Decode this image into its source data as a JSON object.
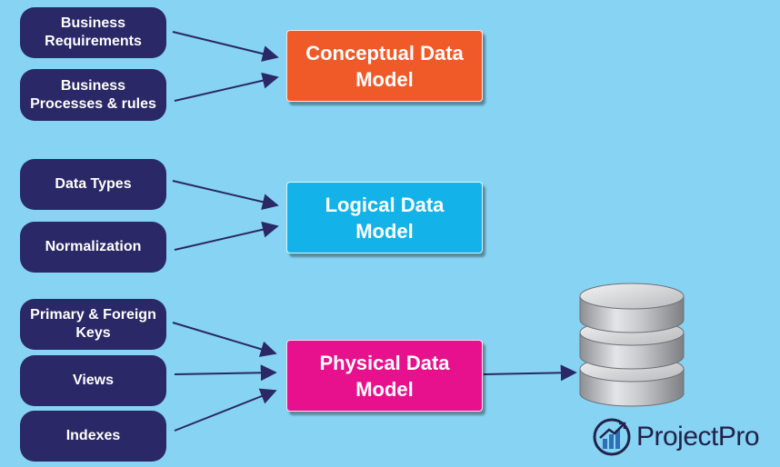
{
  "inputs": {
    "business_requirements": "Business\nRequirements",
    "business_processes": "Business\nProcesses & rules",
    "data_types": "Data Types",
    "normalization": "Normalization",
    "primary_foreign_keys": "Primary & Foreign\nKeys",
    "views": "Views",
    "indexes": "Indexes"
  },
  "models": {
    "conceptual": "Conceptual Data\nModel",
    "logical": "Logical Data\nModel",
    "physical": "Physical Data\nModel"
  },
  "brand": {
    "name": "ProjectPro"
  },
  "icons": {
    "database": "database-icon",
    "logo": "projectpro-logo-icon"
  },
  "colors": {
    "background": "#86d3f3",
    "input_pill": "#2a2866",
    "conceptual": "#f05a28",
    "logical": "#13b3ea",
    "physical": "#e8118d",
    "arrow": "#2a2866"
  }
}
